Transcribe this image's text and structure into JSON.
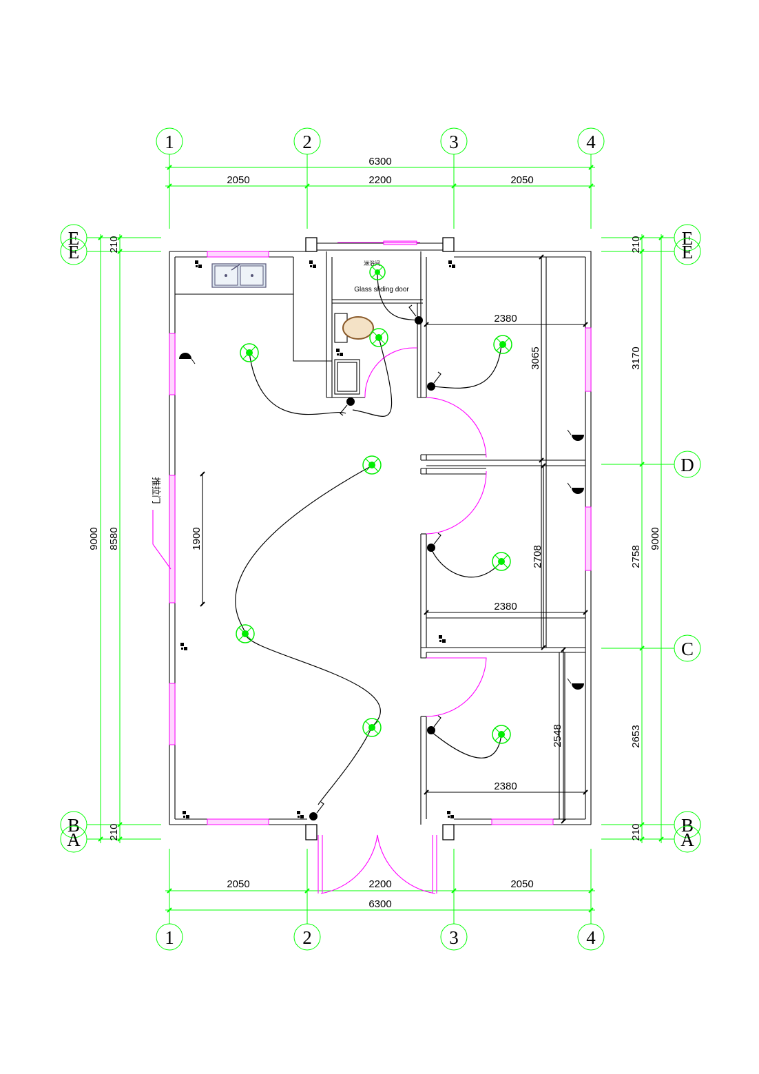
{
  "axes": {
    "top": [
      "1",
      "2",
      "3",
      "4"
    ],
    "bottom": [
      "1",
      "2",
      "3",
      "4"
    ],
    "left": [
      "E",
      "E",
      "B",
      "A"
    ],
    "right": [
      "E",
      "E",
      "D",
      "C",
      "B",
      "A"
    ]
  },
  "dimensions": {
    "top_total": "6300",
    "top_segments": [
      "2050",
      "2200",
      "2050"
    ],
    "bottom_total": "6300",
    "bottom_segments": [
      "2050",
      "2200",
      "2050"
    ],
    "left_outer": "9000",
    "left_inner": "8580",
    "left_top_wall": "210",
    "left_bottom_wall": "210",
    "right_outer": "9000",
    "right_segments": [
      "210",
      "3170",
      "2758",
      "2653",
      "210"
    ],
    "room1_width": "2380",
    "room1_depth": "3065",
    "room2_width": "2380",
    "room2_depth": "2708",
    "room3_width": "2380",
    "room3_depth": "2548",
    "sliding_door_width": "1900"
  },
  "labels": {
    "glass_sliding_door": "Glass sliding door",
    "bath_label": "淋浴间",
    "sliding_door_note": "推拉门"
  },
  "colors": {
    "grid": "#00ff00",
    "wall": "#000000",
    "door_window": "#ff00ff",
    "light": "#00ee00"
  },
  "symbols": {
    "ceiling_light": "ceiling-light-icon",
    "switch": "light-switch-icon",
    "socket": "power-socket-icon",
    "ac_unit": "air-conditioner-icon",
    "sink": "double-sink-icon",
    "toilet": "toilet-icon",
    "basin": "wash-basin-icon"
  }
}
